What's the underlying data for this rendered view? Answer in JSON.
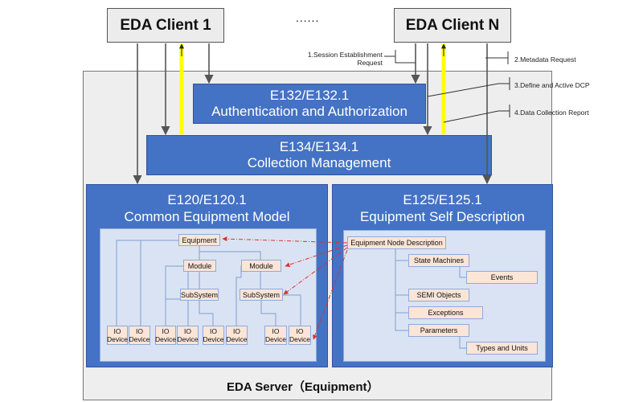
{
  "clients": {
    "client1": "EDA Client 1",
    "ellipsis": "......",
    "clientN": "EDA Client N"
  },
  "messages": {
    "m1_line1": "1.Session Establishment",
    "m1_line2": "Request",
    "m2": "2.Metadata Request",
    "m3": "3.Define and Active DCP",
    "m4": "4.Data Collection Report"
  },
  "layers": {
    "e132_id": "E132/E132.1",
    "e132_name": "Authentication and Authorization",
    "e134_id": "E134/E134.1",
    "e134_name": "Collection Management",
    "e120_id": "E120/E120.1",
    "e120_name": "Common Equipment Model",
    "e125_id": "E125/E125.1",
    "e125_name": "Equipment Self Description"
  },
  "cem": {
    "equipment": "Equipment",
    "module_a": "Module",
    "module_b": "Module",
    "subsystem_a": "SubSystem",
    "subsystem_b": "SubSystem",
    "io_line1": "IO",
    "io_line2": "Device"
  },
  "esd": {
    "root": "Equipment Node Description",
    "state_machines": "State Machines",
    "events": "Events",
    "semi_objects": "SEMI Objects",
    "exceptions": "Exceptions",
    "parameters": "Parameters",
    "types_units": "Types and Units"
  },
  "server_label": "EDA Server（Equipment）",
  "colors": {
    "layer_blue": "#4472c4",
    "inner_panel": "#dae3f3",
    "node_fill": "#fbe5d6",
    "highlight_arrow": "#ffff00",
    "mapping_arrow": "#e0302a"
  }
}
